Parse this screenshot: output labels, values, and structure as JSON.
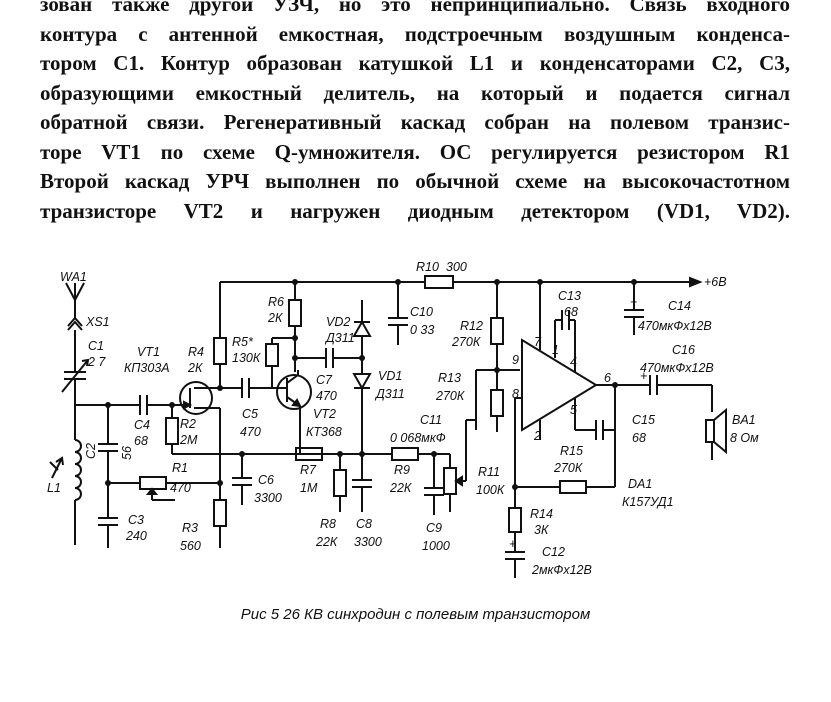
{
  "paragraph": [
    "зован также другой УЗЧ, но это непринципиально. Связь входного",
    "контура с антенной емкостная, подстроечным воздушным конденса-",
    "тором C1. Контур образован катушкой L1 и конденсаторами C2, C3,",
    "образующими емкостный делитель, на который и подается сигнал",
    "обратной связи. Регенеративный каскад собран на полевом транзис-",
    "торе VT1 по схеме Q-умножителя. ОС регулируется резистором R1",
    "Второй каскад УРЧ выполнен по обычной схеме на высокочастотном",
    "транзисторе VT2 и нагружен диодным детектором (VD1, VD2)."
  ],
  "schematic": {
    "labels": {
      "wa1": "WA1",
      "xs1": "XS1",
      "c1": "C1",
      "c1v": "2 7",
      "vt1": "VT1",
      "vt1t": "КП303А",
      "r4": "R4",
      "r4v": "2К",
      "r6": "R6",
      "r6v": "2К",
      "r5": "R5*",
      "r5v": "130К",
      "vd2": "VD2",
      "vd2t": "Д311",
      "r10": "R10",
      "r10v": "300",
      "c10": "C10",
      "c10v": "0 33",
      "r12": "R12",
      "r12v": "270К",
      "c13": "C13",
      "c13v": "68",
      "c14": "C14",
      "c14v": "470мкФх12В",
      "plus6v": "+6В",
      "c16": "C16",
      "c16v": "470мкФх12В",
      "c7": "C7",
      "c7v": "470",
      "vd1": "VD1",
      "vd1t": "Д311",
      "r13": "R13",
      "r13v": "270К",
      "c4": "C4",
      "c4v": "68",
      "r2": "R2",
      "r2v": "2М",
      "c5": "C5",
      "c5v": "470",
      "vt2": "VT2",
      "vt2t": "КТ368",
      "c11": "C11",
      "c11v": "0 068мкФ",
      "c2": "C2",
      "c2v": "56",
      "l1": "L1",
      "r1": "R1",
      "r1v": "470",
      "c6": "C6",
      "c6v": "3300",
      "r7": "R7",
      "r7v": "1М",
      "r9": "R9",
      "r9v": "22К",
      "r11": "R11",
      "r11v": "100К",
      "c15": "C15",
      "c15v": "68",
      "ba1": "BA1",
      "ba1v": "8 Ом",
      "r15": "R15",
      "r15v": "270К",
      "da1": "DA1",
      "da1t": "К157УД1",
      "c3": "C3",
      "c3v": "240",
      "r3": "R3",
      "r3v": "560",
      "r8": "R8",
      "r8v": "22К",
      "c8": "C8",
      "c8v": "3300",
      "c9": "C9",
      "c9v": "1000",
      "r14": "R14",
      "r14v": "3К",
      "c12": "C12",
      "c12v": "2мкФх12В",
      "pin7": "7",
      "pin1": "1",
      "pin4": "4",
      "pin9": "9",
      "pin8": "8",
      "pin6": "6",
      "pin5": "5",
      "pin2": "2"
    }
  },
  "caption": "Рис 5 26 КВ синхродин с полевым транзистором"
}
